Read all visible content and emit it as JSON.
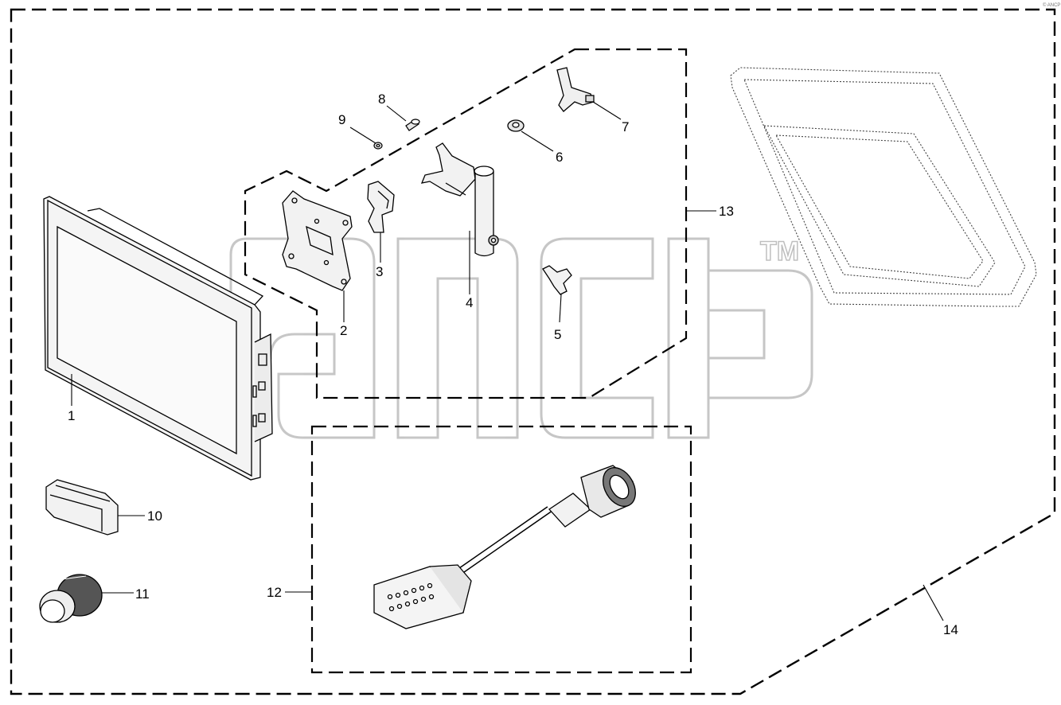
{
  "watermark": {
    "text": "ancp",
    "tm": "TM"
  },
  "corner_mark": "© ANCP",
  "callouts": [
    {
      "id": "1",
      "label": "1"
    },
    {
      "id": "2",
      "label": "2"
    },
    {
      "id": "3",
      "label": "3"
    },
    {
      "id": "4",
      "label": "4"
    },
    {
      "id": "5",
      "label": "5"
    },
    {
      "id": "6",
      "label": "6"
    },
    {
      "id": "7",
      "label": "7"
    },
    {
      "id": "8",
      "label": "8"
    },
    {
      "id": "9",
      "label": "9"
    },
    {
      "id": "10",
      "label": "10"
    },
    {
      "id": "11",
      "label": "11"
    },
    {
      "id": "12",
      "label": "12"
    },
    {
      "id": "13",
      "label": "13"
    },
    {
      "id": "14",
      "label": "14"
    }
  ]
}
